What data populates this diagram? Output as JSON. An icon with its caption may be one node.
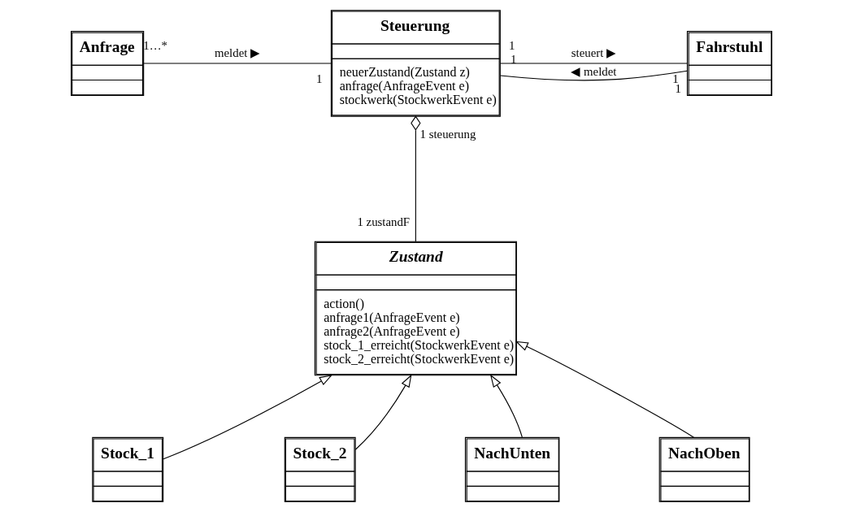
{
  "diagram": {
    "nodes": [
      {
        "text": [
          "Anfrage"
        ]
      },
      {
        "text": [
          "Steuerung",
          "neuerZustand(Zustand z)",
          "anfrage(AnfrageEvent e)",
          "stockwerk(StockwerkEvent e)"
        ]
      },
      {
        "text": [
          "Fahrstuhl"
        ]
      },
      {
        "text": [
          "Zustand",
          "action()",
          "anfrage1(AnfrageEvent e)",
          "anfrage2(AnfrageEvent e)",
          "stock_1_erreicht(StockwerkEvent e)",
          "stock_2_erreicht(StockwerkEvent e)"
        ]
      },
      {
        "text": [
          "Stock_1"
        ]
      },
      {
        "text": [
          "Stock_2"
        ]
      },
      {
        "text": [
          "NachUnten"
        ]
      },
      {
        "text": [
          "NachOben"
        ]
      }
    ],
    "edges": [
      {
        "from": 0,
        "to": 1,
        "arrow": "none",
        "label": "meldet ▶"
      },
      {
        "from": 1,
        "to": 2,
        "arrow": "none",
        "label": "steuert ▶"
      },
      {
        "from": 2,
        "to": 1,
        "arrow": "none",
        "label": "◀ meldet"
      },
      {
        "from": 1,
        "to": 3,
        "arrow": "other"
      },
      {
        "from": 4,
        "to": 3,
        "arrow": "to"
      },
      {
        "from": 5,
        "to": 3,
        "arrow": "to"
      },
      {
        "from": 6,
        "to": 3,
        "arrow": "to"
      },
      {
        "from": 7,
        "to": 3,
        "arrow": "to"
      }
    ],
    "labels": [
      "1…*",
      "1",
      "1",
      "1",
      "1",
      "1",
      "1",
      "steuerung",
      "1",
      "zustandF"
    ]
  }
}
